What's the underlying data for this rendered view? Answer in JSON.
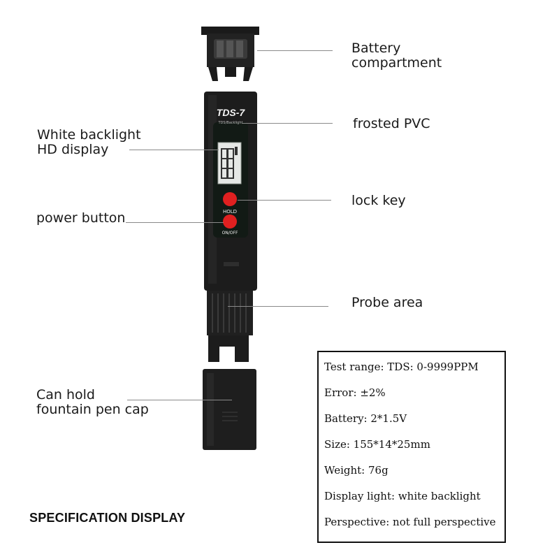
{
  "device": {
    "model_label": "TDS-7",
    "model_sublabel": "TDS/Backlight",
    "hold_label": "HOLD",
    "onoff_label": "ON/OFF"
  },
  "callouts": {
    "battery": [
      "Battery",
      "compartment"
    ],
    "frosted": "frosted PVC",
    "display": [
      "White backlight",
      "HD display"
    ],
    "lock": "lock key",
    "power": "power button",
    "probe": "Probe area",
    "cap": [
      "Can hold",
      "fountain pen cap"
    ]
  },
  "specs": [
    "Test range: TDS: 0-9999PPM",
    "Error: ±2%",
    "Battery: 2*1.5V",
    "Size: 155*14*25mm",
    "Weight: 76g",
    "Display light: white backlight",
    "Perspective: not full perspective"
  ],
  "section_title": "SPECIFICATION DISPLAY",
  "colors": {
    "body": "#1c1c1c",
    "button_red": "#e02020",
    "lcd": "#e6e8e6"
  }
}
